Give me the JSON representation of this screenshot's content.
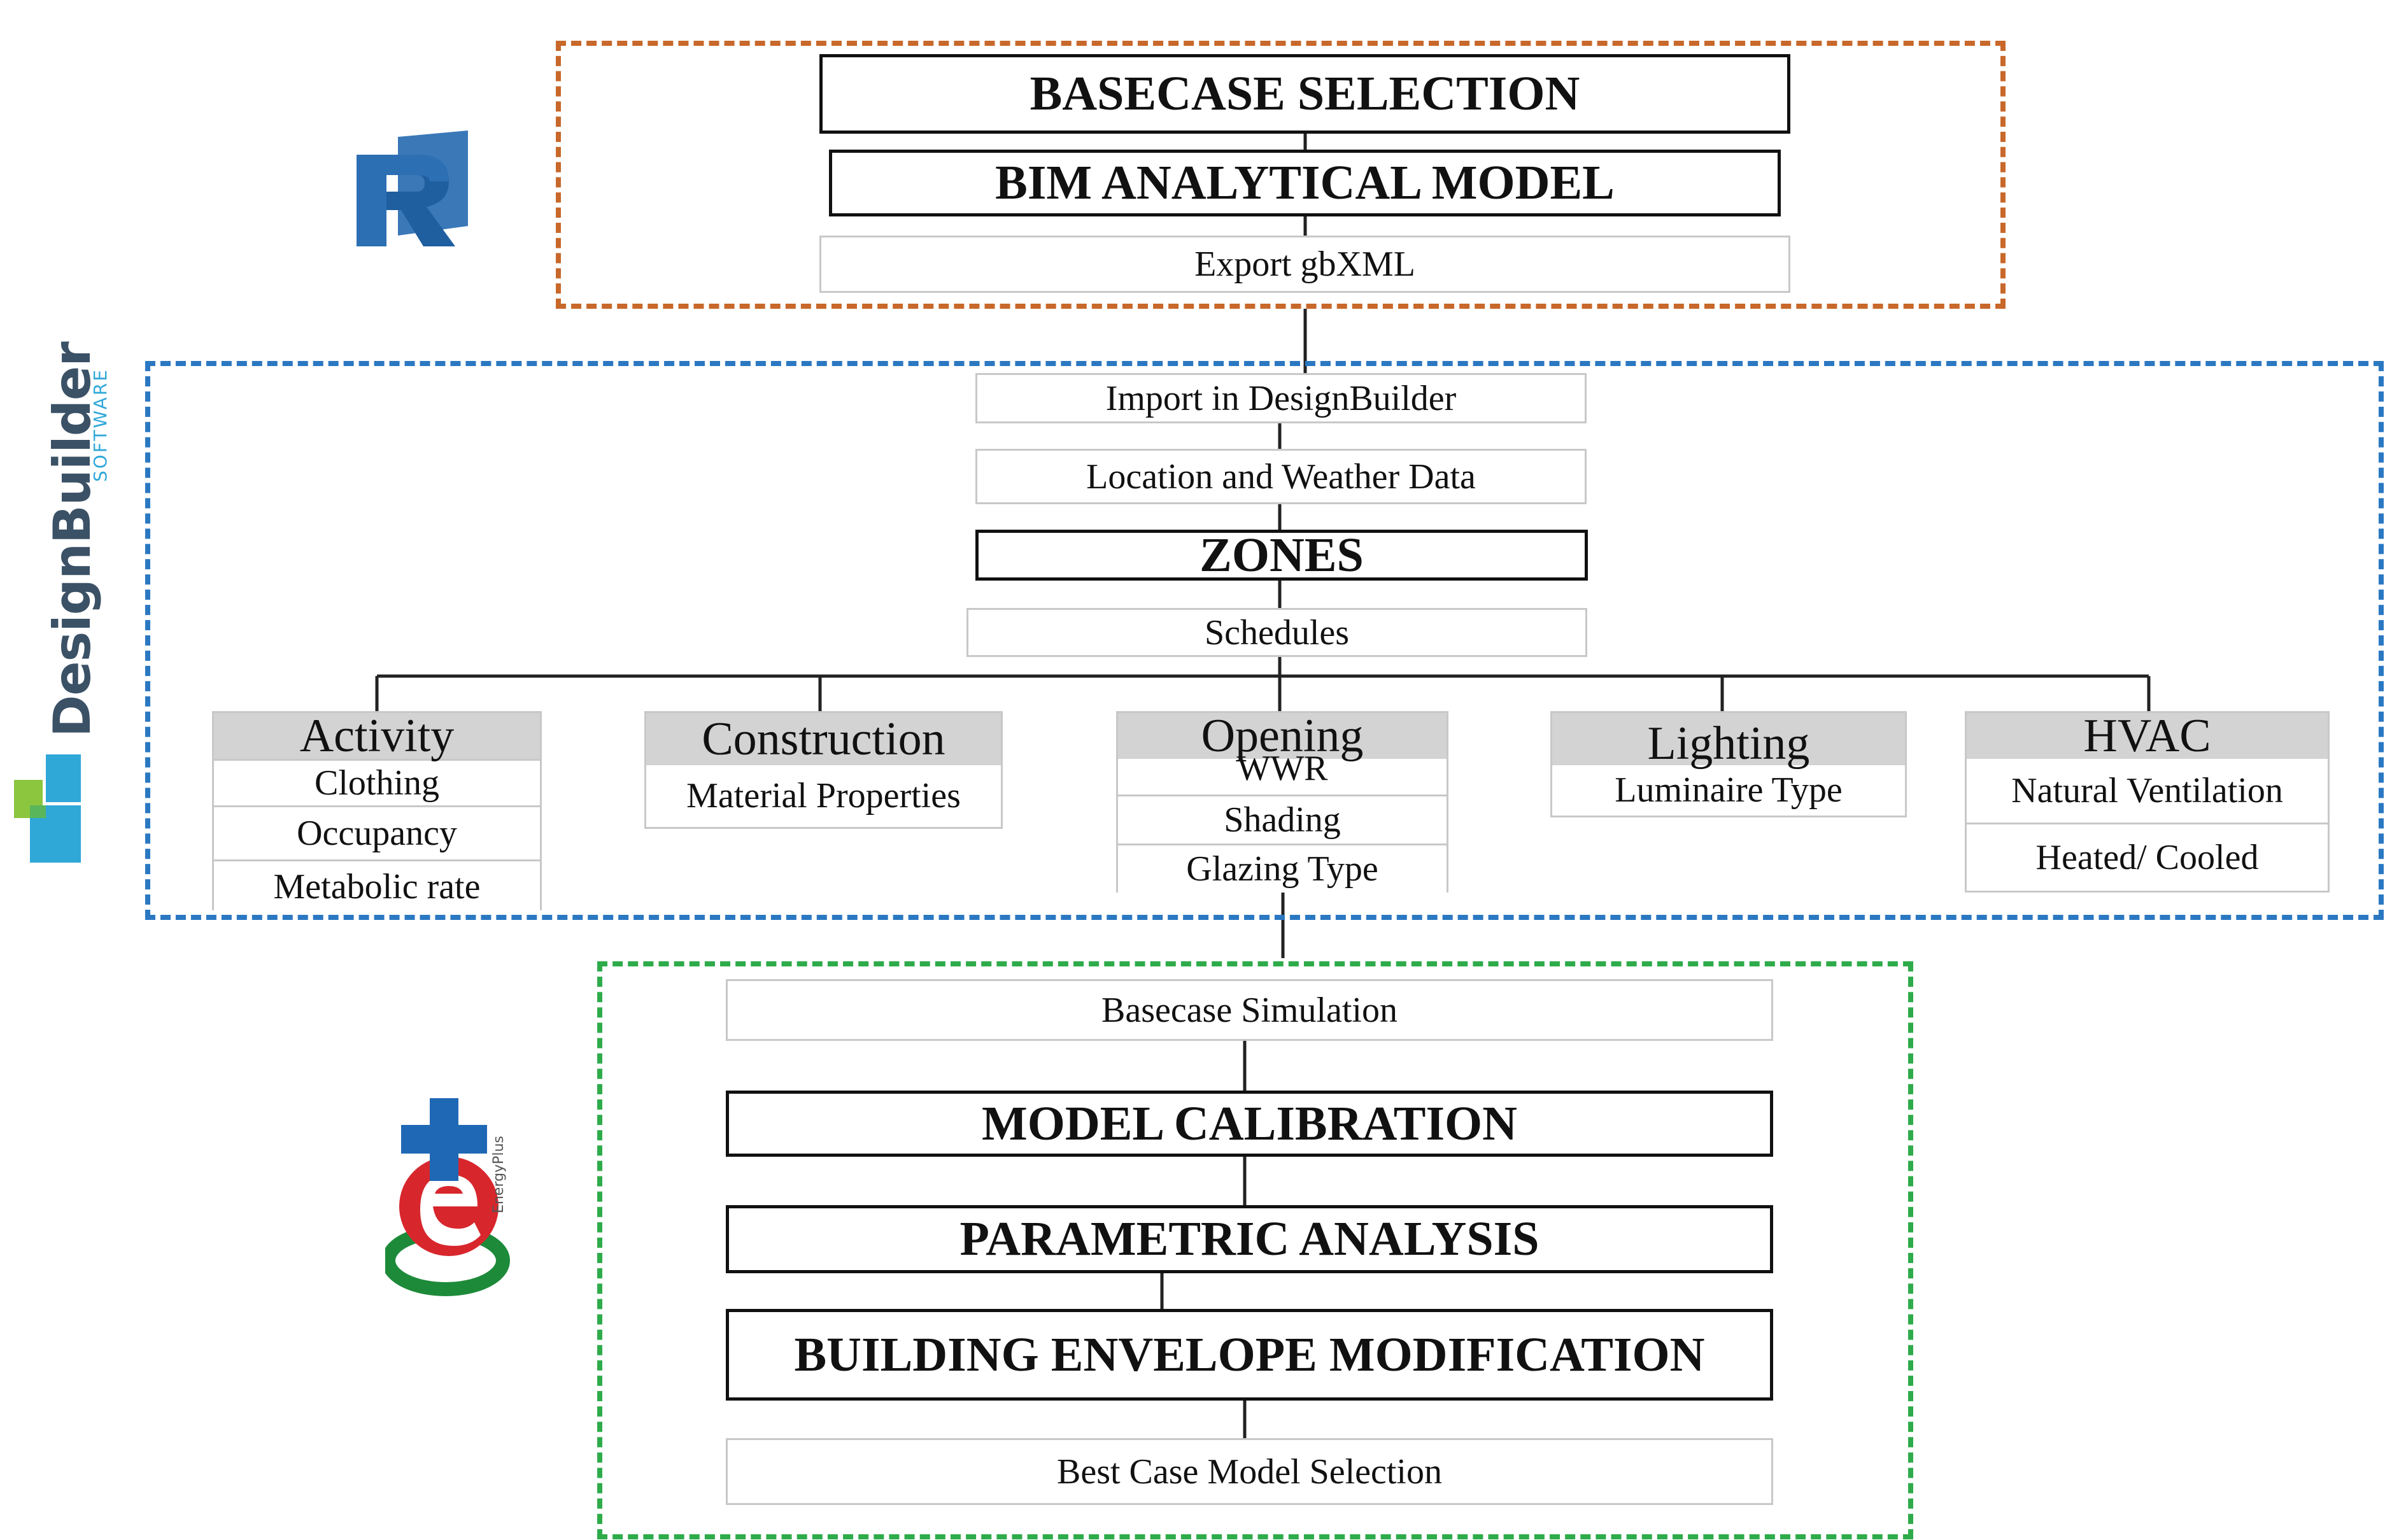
{
  "colors": {
    "revit_group": "#c8682a",
    "designbuilder_group": "#2b78c2",
    "energyplus_group": "#2eab4a",
    "strong_border": "#111111",
    "light_border": "#c8c8c8",
    "category_header": "#d3d3d3"
  },
  "logos": {
    "revit": "revit-logo",
    "designbuilder": {
      "wordmark": "DesignBuilder",
      "subtext": "SOFTWARE",
      "icon": "designbuilder-logo"
    },
    "energyplus": {
      "icon": "energyplus-logo",
      "small_text": "EnergyPlus"
    }
  },
  "revit_stage": {
    "basecase_selection": "BASECASE SELECTION",
    "bim_model": "BIM ANALYTICAL MODEL",
    "export": "Export gbXML"
  },
  "designbuilder_stage": {
    "import": "Import in DesignBuilder",
    "location": "Location and Weather Data",
    "zones": "ZONES",
    "schedules": "Schedules",
    "categories": [
      {
        "title": "Activity",
        "items": [
          "Clothing",
          "Occupancy",
          "Metabolic rate"
        ]
      },
      {
        "title": "Construction",
        "items": [
          "Material Properties"
        ]
      },
      {
        "title": "Opening",
        "items": [
          "WWR",
          "Shading",
          "Glazing Type"
        ]
      },
      {
        "title": "Lighting",
        "items": [
          "Luminaire Type"
        ]
      },
      {
        "title": "HVAC",
        "items": [
          "Natural Ventilation",
          "Heated/ Cooled"
        ]
      }
    ]
  },
  "energyplus_stage": {
    "basecase_simulation": "Basecase Simulation",
    "model_calibration": "MODEL CALIBRATION",
    "parametric_analysis": "PARAMETRIC ANALYSIS",
    "envelope_modification": "BUILDING ENVELOPE MODIFICATION",
    "best_case": "Best Case Model Selection"
  }
}
